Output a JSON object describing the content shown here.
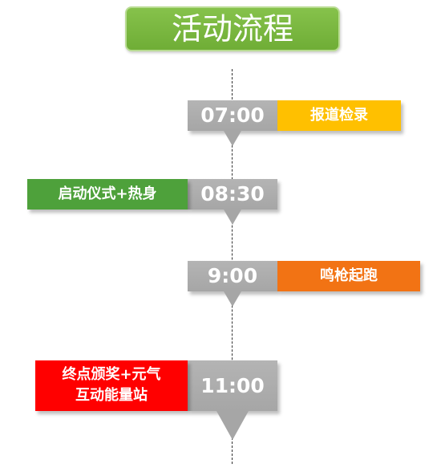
{
  "title": "活动流程",
  "colors": {
    "title_bg": "#7aba3e",
    "time_box": "#a6a6a6",
    "checkin": "#ffc000",
    "warmup": "#4ea13b",
    "start": "#f27314",
    "finish": "#ff0000"
  },
  "steps": [
    {
      "time": "07:00",
      "label": "报道检录",
      "label_side": "right"
    },
    {
      "time": "08:30",
      "label": "启动仪式+热身",
      "label_side": "left"
    },
    {
      "time": "9:00",
      "label": "鸣枪起跑",
      "label_side": "right"
    },
    {
      "time": "11:00",
      "label_lines": [
        "终点颁奖+元气",
        "互动能量站"
      ],
      "label_side": "left"
    }
  ]
}
